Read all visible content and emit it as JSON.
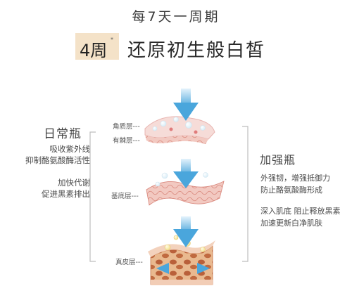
{
  "header": {
    "subtitle": "每7天一周期",
    "badge_number": "4周",
    "badge_star": "*",
    "headline": "还原初生般白皙"
  },
  "left_panel": {
    "title": "日常瓶",
    "desc1_line1": "吸收紫外线",
    "desc1_line2": "抑制酪氨酸酶活性",
    "desc2_line1": "加快代谢",
    "desc2_line2": "促进黑素排出"
  },
  "right_panel": {
    "title": "加强瓶",
    "desc1_line1": "外强韧，增强抵御力",
    "desc1_line2": "防止酪氨酸酶形成",
    "desc2_line1": "深入肌底 阻止释放黑素",
    "desc2_line2": "加速更新白净肌肤"
  },
  "layers": {
    "stratum_corneum": "角质层---",
    "spinous": "有棘层---",
    "basal": "基底层---",
    "dermis": "真皮层---"
  },
  "colors": {
    "badge_bg": "#f4e2c8",
    "arrow_blue": "#4aa6dc",
    "skin_pink": "#e8b4b0",
    "dermis_orange": "#c9764a"
  }
}
